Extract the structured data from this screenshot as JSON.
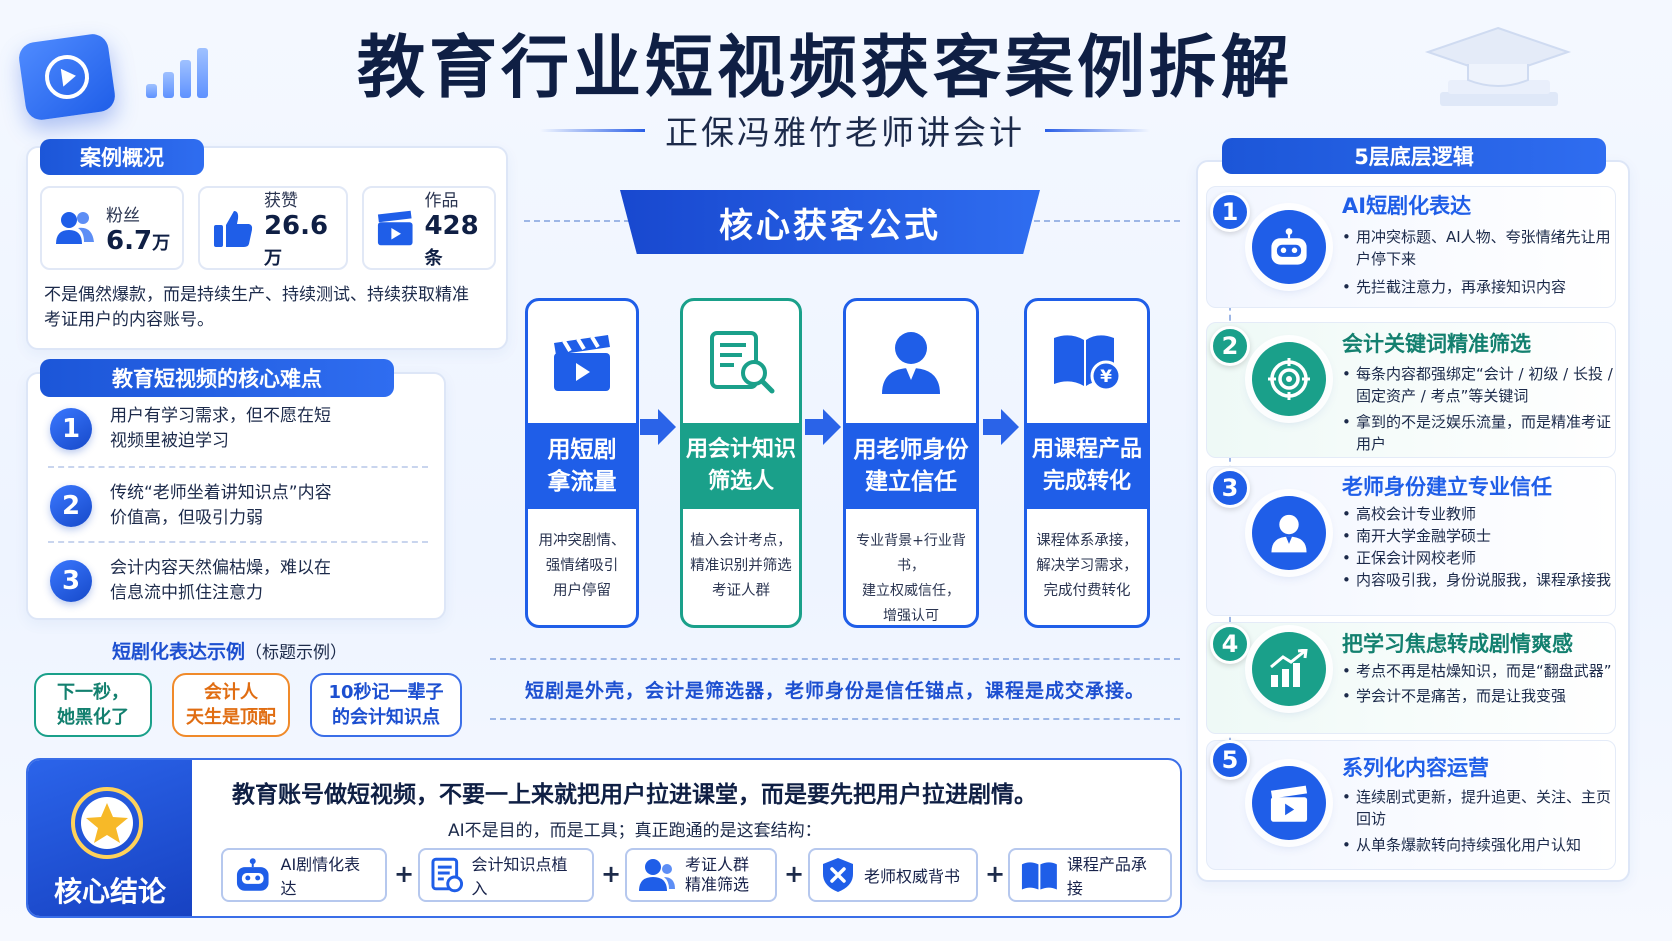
{
  "header": {
    "title": "教育行业短视频获客案例拆解",
    "subtitle": "正保冯雅竹老师讲会计"
  },
  "case_overview": {
    "heading": "案例概况",
    "stats": [
      {
        "label": "粉丝",
        "value": "6.7",
        "unit": "万",
        "icon": "fans-icon"
      },
      {
        "label": "获赞",
        "value": "26.6",
        "unit": "万",
        "icon": "thumbs-up-icon"
      },
      {
        "label": "作品",
        "value": "428",
        "unit": "条",
        "icon": "video-clapper-icon"
      }
    ],
    "description": "不是偶然爆款，而是持续生产、持续测试、持续获取精准考证用户的内容账号。"
  },
  "difficulties": {
    "heading": "教育短视频的核心难点",
    "items": [
      {
        "num": "1",
        "text": "用户有学习需求，但不愿在短视频里被迫学习"
      },
      {
        "num": "2",
        "text": "传统“老师坐着讲知识点”内容价值高，但吸引力弱"
      },
      {
        "num": "3",
        "text": "会计内容天然偏枯燥，难以在信息流中抓住注意力"
      }
    ]
  },
  "examples": {
    "heading": "短剧化表达示例",
    "heading_note": "（标题示例）",
    "chips": [
      {
        "line1": "下一秒，",
        "line2": "她黑化了",
        "color": "#1aa08a"
      },
      {
        "line1": "会计人",
        "line2": "天生是顶配",
        "color": "#f07c1a"
      },
      {
        "line1": "10秒记一辈子",
        "line2": "的会计知识点",
        "color": "#1f58d8"
      }
    ]
  },
  "formula": {
    "heading": "核心获客公式",
    "steps": [
      {
        "title1": "用短剧",
        "title2": "拿流量",
        "desc": [
          "用冲突剧情、",
          "强情绪吸引",
          "用户停留"
        ],
        "color": "#1f5ee8",
        "icon": "clapperboard-icon"
      },
      {
        "title1": "用会计知识",
        "title2": "筛选人",
        "desc": [
          "植入会计考点，",
          "精准识别并筛选",
          "考证人群"
        ],
        "color": "#1aa08a",
        "icon": "document-search-icon"
      },
      {
        "title1": "用老师身份",
        "title2": "建立信任",
        "desc": [
          "专业背景+行业背书，",
          "建立权威信任，",
          "增强认可"
        ],
        "color": "#1f5ee8",
        "icon": "teacher-icon"
      },
      {
        "title1": "用课程产品",
        "title2": "完成转化",
        "desc": [
          "课程体系承接，",
          "解决学习需求，",
          "完成付费转化"
        ],
        "color": "#1f5ee8",
        "icon": "book-yen-icon"
      }
    ],
    "summary": "短剧是外壳，会计是筛选器，老师身份是信任锚点，课程是成交承接。"
  },
  "conclusion": {
    "label": "核心结论",
    "headline": "教育账号做短视频，不要一上来就把用户拉进课堂，而是要先把用户拉进剧情。",
    "subline": "AI不是目的，而是工具；真正跑通的是这套结构：",
    "chain": [
      {
        "text": "AI剧情化表达",
        "icon": "robot-icon"
      },
      {
        "text": "会计知识点植入",
        "icon": "document-icon"
      },
      {
        "text": "考证人群\n精准筛选",
        "icon": "people-icon"
      },
      {
        "text": "老师权威背书",
        "icon": "shield-icon"
      },
      {
        "text": "课程产品承接",
        "icon": "book-icon"
      }
    ],
    "plus": "+"
  },
  "layers": {
    "heading": "5层底层逻辑",
    "items": [
      {
        "num": "1",
        "title": "AI短剧化表达",
        "color": "#1f5ee8",
        "icon": "robot-icon",
        "bullets": [
          "用冲突标题、AI人物、夸张情绪先让用户停下来",
          "先拦截注意力，再承接知识内容"
        ]
      },
      {
        "num": "2",
        "title": "会计关键词精准筛选",
        "color": "#1aa08a",
        "icon": "target-icon",
        "bullets": [
          "每条内容都强绑定“会计 / 初级 / 长投 / 固定资产 / 考点”等关键词",
          "拿到的不是泛娱乐流量，而是精准考证用户"
        ]
      },
      {
        "num": "3",
        "title": "老师身份建立专业信任",
        "color": "#1f5ee8",
        "icon": "teacher-icon",
        "bullets": [
          "高校会计专业教师",
          "南开大学金融学硕士",
          "正保会计网校老师",
          "内容吸引我，身份说服我，课程承接我"
        ]
      },
      {
        "num": "4",
        "title": "把学习焦虑转成剧情爽感",
        "color": "#1aa08a",
        "icon": "growth-chart-icon",
        "bullets": [
          "考点不再是枯燥知识，而是“翻盘武器”",
          "学会计不是痛苦，而是让我变强"
        ]
      },
      {
        "num": "5",
        "title": "系列化内容运营",
        "color": "#1f5ee8",
        "icon": "clapperboard-icon",
        "bullets": [
          "连续剧式更新，提升追更、关注、主页回访",
          "从单条爆款转向持续强化用户认知"
        ]
      }
    ]
  }
}
